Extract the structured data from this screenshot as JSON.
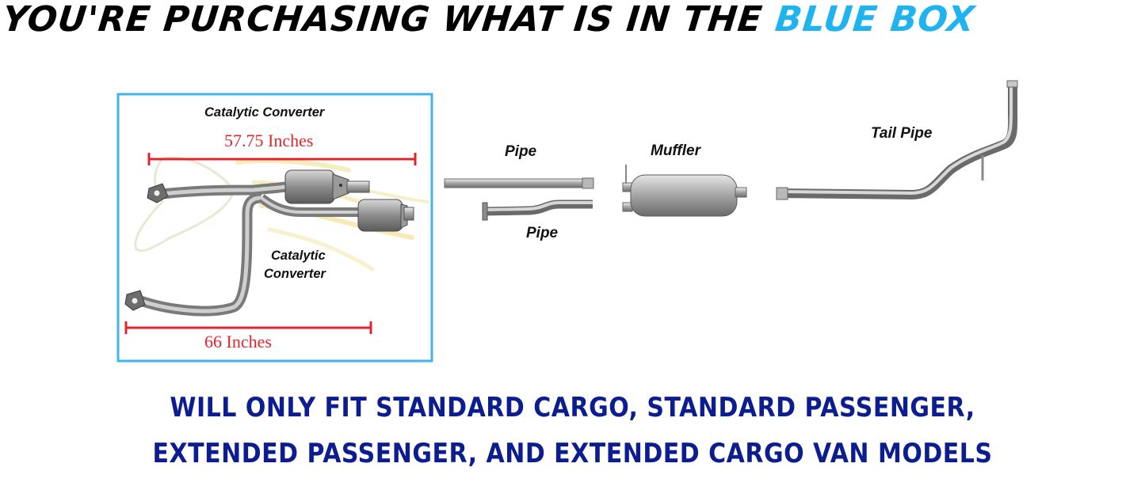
{
  "headline": {
    "prefix": "YOU'RE PURCHASING WHAT IS IN THE",
    "highlight": "BLUE BOX"
  },
  "colors": {
    "highlight": "#1fb4ef",
    "box_border": "#3fb5ea",
    "measure_red": "#e3252b",
    "footer_navy": "#0c1d8f"
  },
  "labels": {
    "cat_converter_top": "Catalytic Converter",
    "measure_top": "57.75 Inches",
    "cat_converter_line1": "Catalytic",
    "cat_converter_line2": "Converter",
    "measure_bottom": "66 Inches",
    "pipe_top": "Pipe",
    "pipe_bottom": "Pipe",
    "muffler": "Muffler",
    "tail_pipe": "Tail Pipe"
  },
  "footer": {
    "line1": "WILL ONLY FIT STANDARD CARGO, STANDARD PASSENGER,",
    "line2": "EXTENDED PASSENGER, AND EXTENDED CARGO VAN MODELS"
  }
}
